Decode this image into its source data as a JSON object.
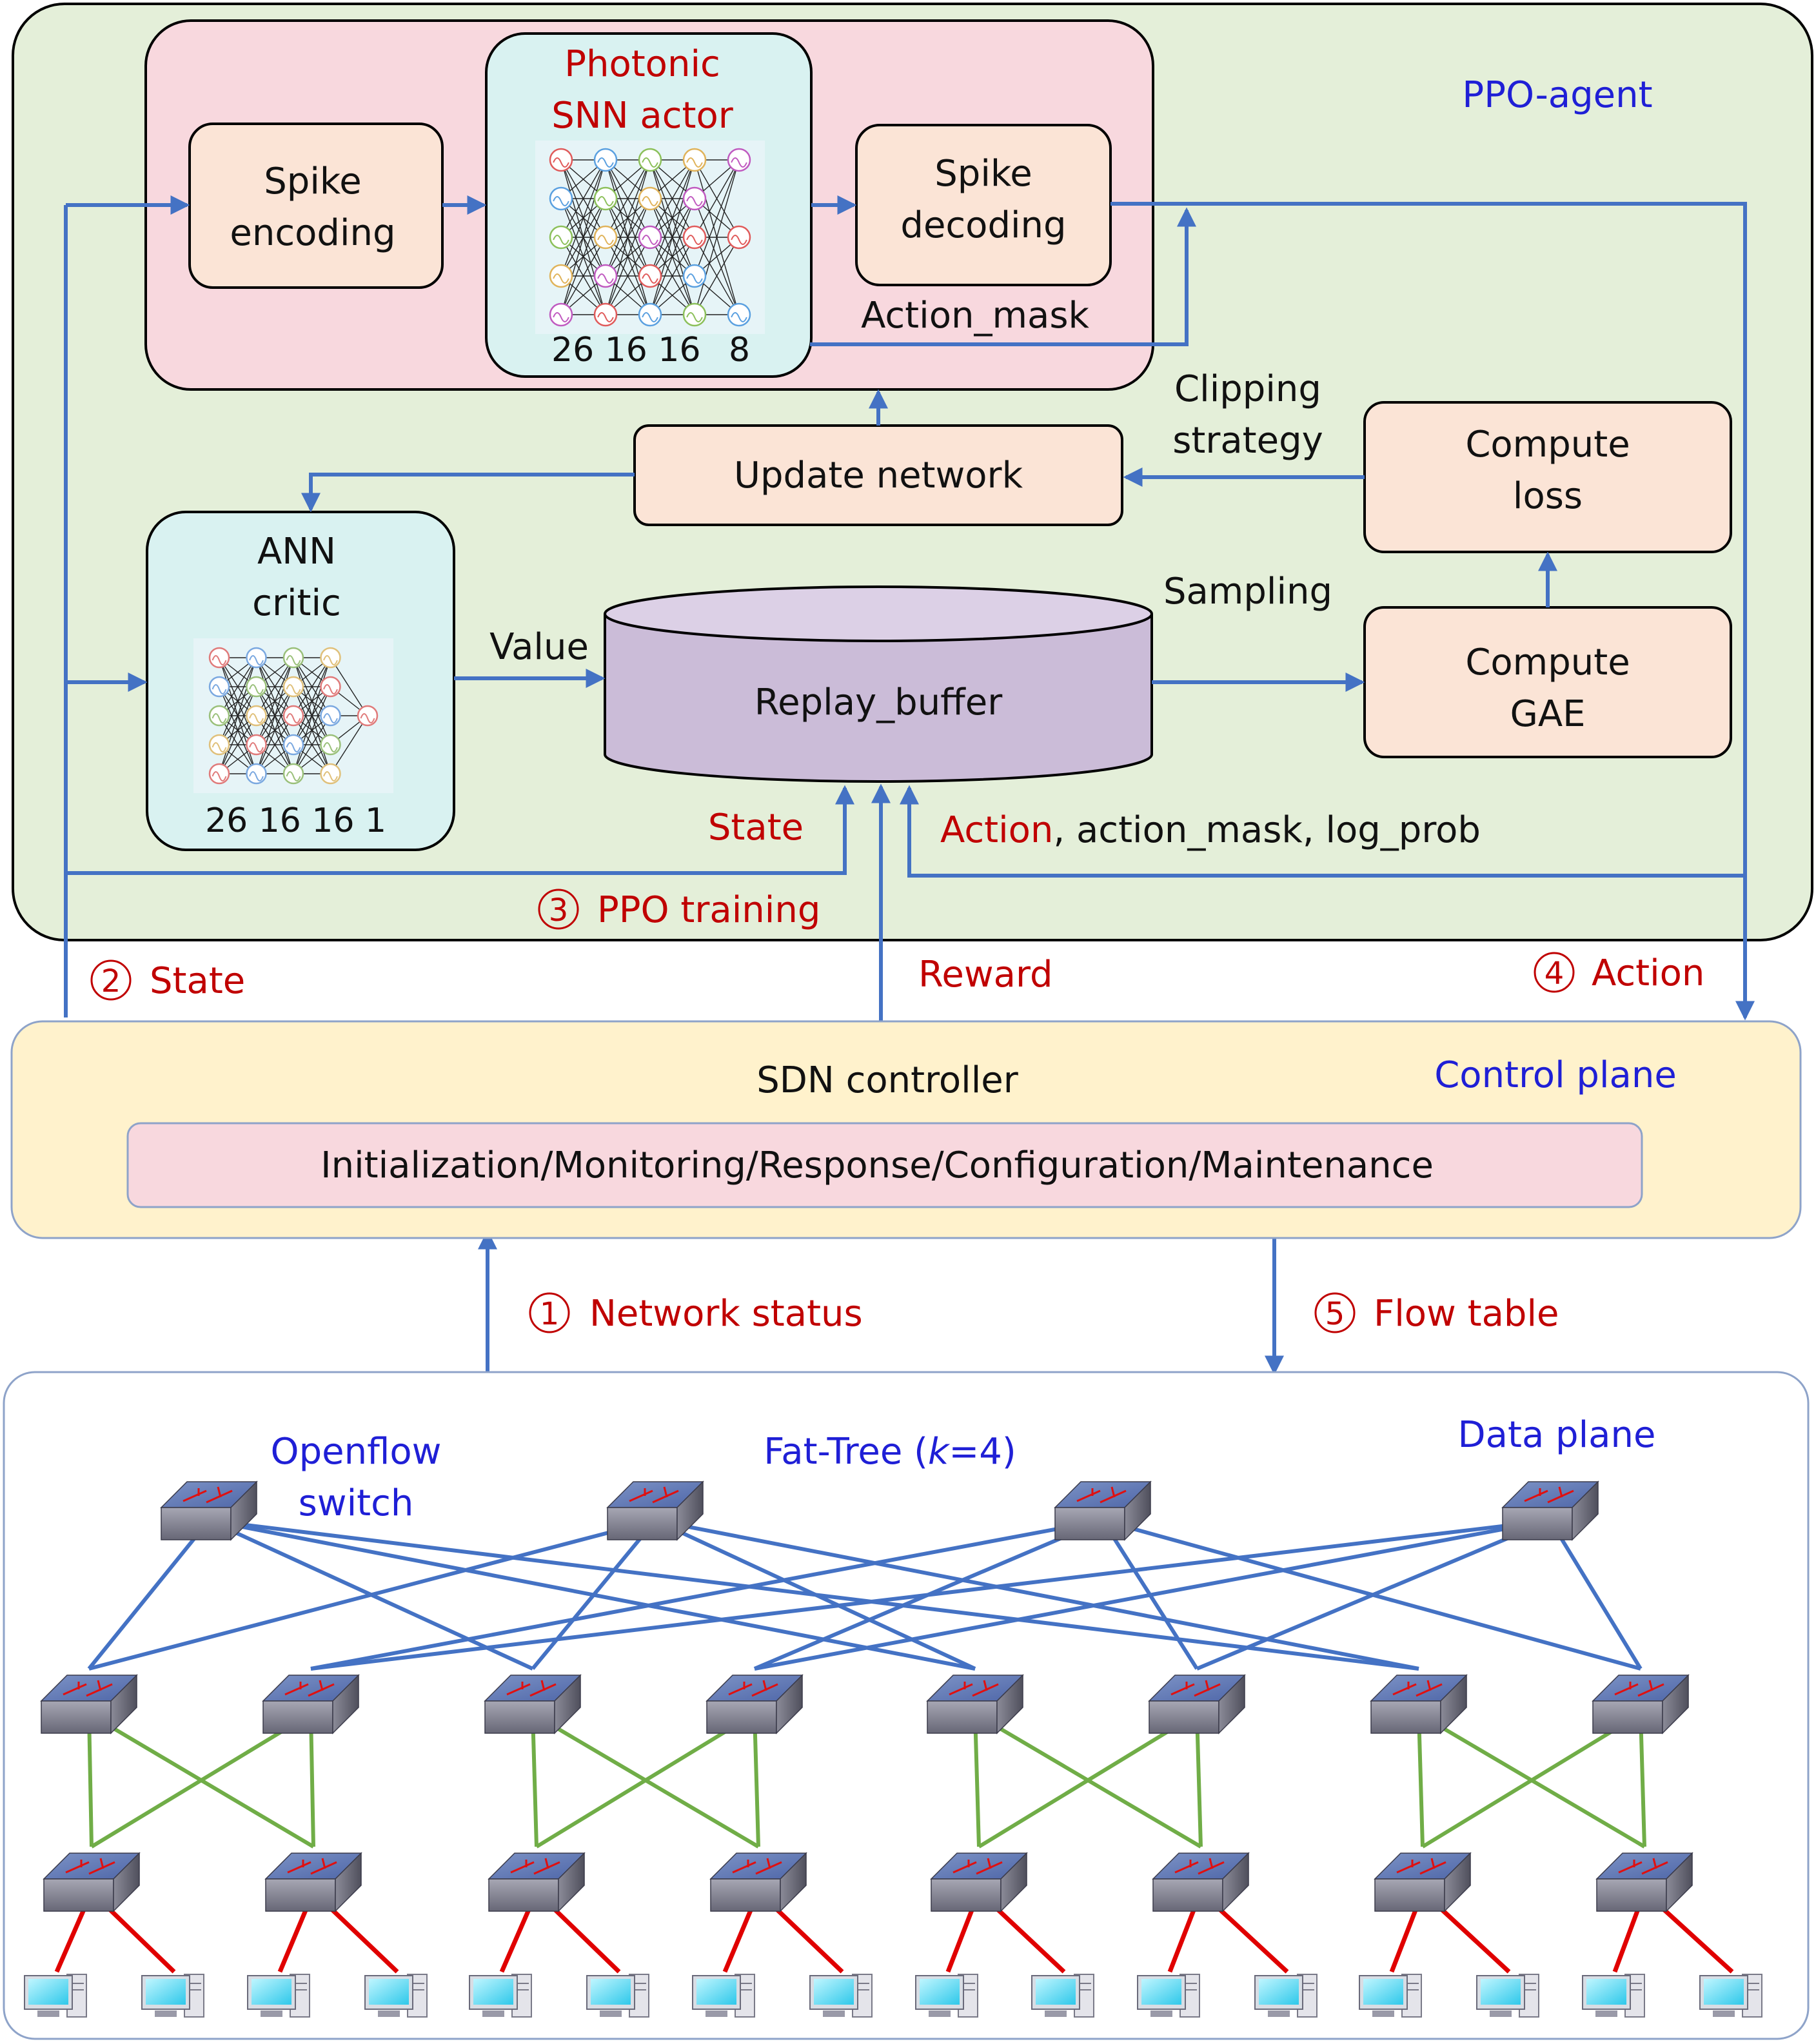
{
  "agent": {
    "title": "PPO-agent",
    "actor": {
      "title_line1": "Photonic",
      "title_line2": "SNN actor",
      "layers": "26 16 16",
      "outputs": "8"
    },
    "spike_encoding": {
      "line1": "Spike",
      "line2": "encoding"
    },
    "spike_decoding": {
      "line1": "Spike",
      "line2": "decoding"
    },
    "action_mask_label": "Action_mask",
    "update_network": "Update network",
    "clipping": {
      "line1": "Clipping",
      "line2": "strategy"
    },
    "compute_loss": {
      "line1": "Compute",
      "line2": "loss"
    },
    "sampling_label": "Sampling",
    "compute_gae": {
      "line1": "Compute",
      "line2": "GAE"
    },
    "critic": {
      "title_line1": "ANN",
      "title_line2": "critic",
      "layers": "26 16 16",
      "outputs": "1"
    },
    "value_label": "Value",
    "replay_buffer": "Replay_buffer",
    "state_label": "State",
    "action_label_red": "Action",
    "action_label_rest": ", action_mask, log_prob",
    "ppo_training": {
      "num": "3",
      "text": "PPO training"
    }
  },
  "links": {
    "state": {
      "num": "2",
      "text": "State"
    },
    "reward": "Reward",
    "action": {
      "num": "4",
      "text": "Action"
    },
    "network_status": {
      "num": "1",
      "text": "Network status"
    },
    "flow_table": {
      "num": "5",
      "text": "Flow table"
    }
  },
  "control_plane": {
    "title": "Control plane",
    "controller": "SDN controller",
    "functions": "Initialization/Monitoring/Response/Configuration/Maintenance"
  },
  "data_plane": {
    "title": "Data plane",
    "openflow_line1": "Openflow",
    "openflow_line2": "switch",
    "fat_tree_prefix": "Fat-Tree (",
    "fat_tree_k": "k",
    "fat_tree_suffix": "=4)"
  },
  "colors": {
    "agent_bg": "#e4efd9",
    "actor_group_bg": "#f8d8de",
    "network_box_bg": "#d9f2f1",
    "process_box_bg": "#fbe4d6",
    "buffer_bg": "#cbbcd8",
    "control_bg": "#fff2cc",
    "functions_bg": "#f8d8de",
    "arrow_blue": "#4472c4",
    "text_red": "#c00000",
    "text_blue": "#1f1fd6",
    "core_link": "#4472c4",
    "agg_link": "#70ad47",
    "host_link": "#e00000"
  }
}
